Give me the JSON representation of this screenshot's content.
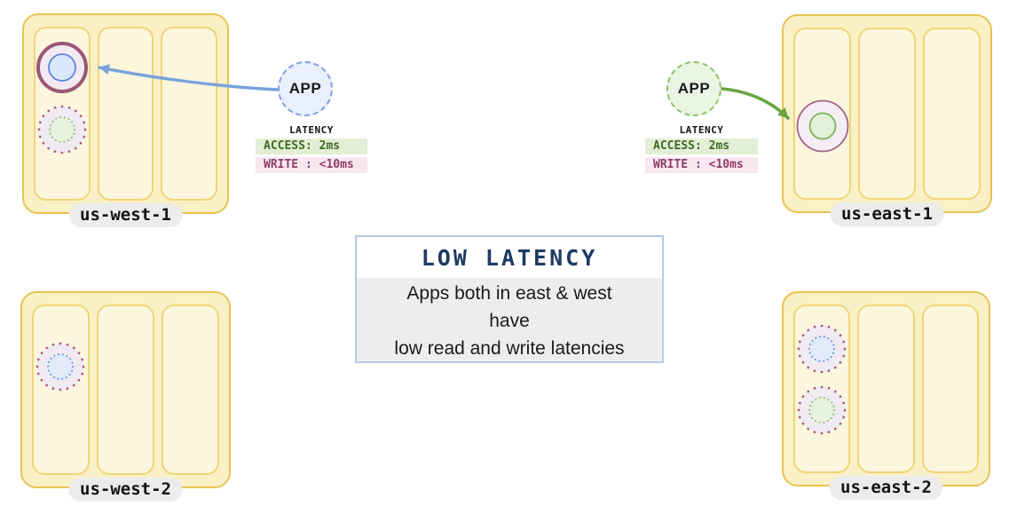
{
  "regions": [
    {
      "label": "us-west-1",
      "nodes": [
        {
          "name": "primary-replica-node",
          "ring": "solid-plum-thick",
          "core": "solid-blue"
        },
        {
          "name": "replica-node",
          "ring": "dotted-plum",
          "core": "dotted-green"
        }
      ]
    },
    {
      "label": "us-east-1",
      "nodes": [
        {
          "name": "replica-node",
          "ring": "solid-plum-thin",
          "core": "solid-green"
        }
      ]
    },
    {
      "label": "us-west-2",
      "nodes": [
        {
          "name": "replica-node",
          "ring": "dotted-plum",
          "core": "dotted-blue"
        }
      ]
    },
    {
      "label": "us-east-2",
      "nodes": [
        {
          "name": "replica-node",
          "ring": "dotted-plum",
          "core": "dotted-blue"
        },
        {
          "name": "replica-node",
          "ring": "dotted-plum",
          "core": "dotted-green"
        }
      ]
    }
  ],
  "apps": {
    "west": {
      "label": "APP"
    },
    "east": {
      "label": "APP"
    }
  },
  "latency_west": {
    "title": "LATENCY",
    "access": "ACCESS: 2ms",
    "write": "WRITE : <10ms"
  },
  "latency_east": {
    "title": "LATENCY",
    "access": "ACCESS: 2ms",
    "write": "WRITE : <10ms"
  },
  "callout": {
    "title": "LOW LATENCY",
    "lines": [
      "Apps both in east & west",
      "have",
      "low read and write latencies"
    ]
  },
  "colors": {
    "region_fill": "#faf0c6",
    "region_border": "#e8c352",
    "column_fill": "#fcf6dd",
    "column_border": "#f0d577",
    "label_pill": "#ececec",
    "plum": "#9b5876",
    "blue": "#5c85e0",
    "green": "#7cb356",
    "arrow_blue": "#78a3dc",
    "arrow_green": "#68a43f",
    "access_bg": "#e3eed6",
    "access_text": "#3e6b25",
    "write_bg": "#f7e7ee",
    "write_text": "#8f3e63",
    "callout_border": "#b3cce4",
    "callout_title": "#1e3a63",
    "callout_body_bg": "#ededed"
  }
}
